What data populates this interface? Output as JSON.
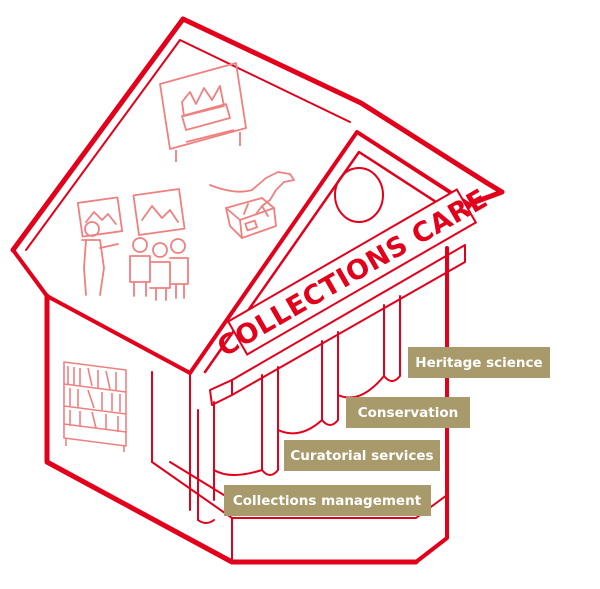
{
  "banner": {
    "text": "COLLECTIONS CARE"
  },
  "labels": [
    {
      "id": "heritage-science",
      "text": "Heritage science"
    },
    {
      "id": "conservation",
      "text": "Conservation"
    },
    {
      "id": "curatorial-services",
      "text": "Curatorial services"
    },
    {
      "id": "collections-management",
      "text": "Collections management"
    }
  ],
  "colors": {
    "outline": "#e3001b",
    "banner_text": "#e3001b",
    "label_bg": "#a89a6a",
    "label_text": "#ffffff",
    "icon_stroke": "#f08080"
  },
  "icons": [
    "crown-painting-icon",
    "dinosaur-fossil-icon",
    "gallery-visitors-icon",
    "bookshelf-icon"
  ]
}
